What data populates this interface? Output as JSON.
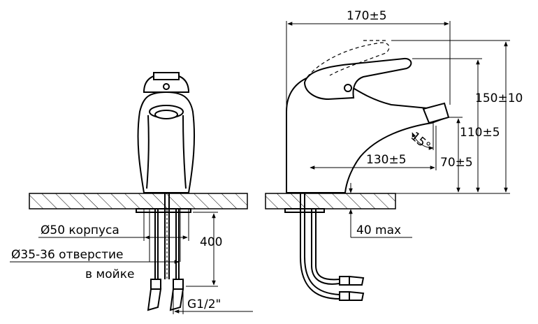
{
  "diagram": {
    "left_view": {
      "labels": {
        "body_diameter": "Ø50 корпуса",
        "hole_diameter_line1": "Ø35-36 отверстие",
        "hole_diameter_line2": "в мойке",
        "hose_length": "400",
        "thread": "G1/2\""
      }
    },
    "right_view": {
      "labels": {
        "overall_length": "170±5",
        "overall_height": "150±10",
        "spout_height": "110±5",
        "aerator_height": "70±5",
        "spout_reach": "130±5",
        "angle": "15°",
        "max_thickness": "40 max"
      }
    }
  }
}
